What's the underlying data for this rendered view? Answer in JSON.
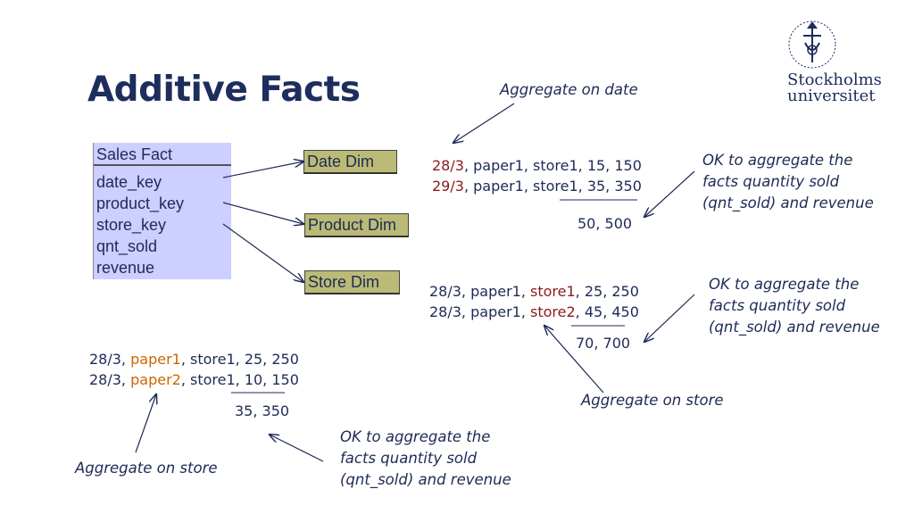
{
  "title": "Additive Facts",
  "logo": {
    "name_line1": "Stockholms",
    "name_line2": "universitet"
  },
  "fact_table": {
    "header": "Sales Fact",
    "fields": [
      "date_key",
      "product_key",
      "store_key",
      "qnt_sold",
      "revenue"
    ]
  },
  "dims": {
    "date": "Date Dim",
    "product": "Product Dim",
    "store": "Store Dim"
  },
  "date_example": {
    "label": "Aggregate on date",
    "row1": {
      "date": "28/3",
      "rest": ", paper1, store1, 15,  150"
    },
    "row2": {
      "date": "29/3",
      "rest": ", paper1, store1, 35, 350"
    },
    "total": "50, 500",
    "note": [
      "OK to aggregate the",
      "facts quantity sold",
      "(qnt_sold) and revenue"
    ]
  },
  "store_example": {
    "label": "Aggregate on store",
    "row1": {
      "pre": "28/3, paper1, ",
      "store": "store1",
      "post": ", 25, 250"
    },
    "row2": {
      "pre": "28/3, paper1, ",
      "store": "store2",
      "post": ", 45, 450"
    },
    "total": "70, 700",
    "note": [
      "OK to aggregate the",
      "facts quantity sold",
      "(qnt_sold) and revenue"
    ]
  },
  "product_example": {
    "label": "Aggregate on store",
    "row1": {
      "pre": "28/3, ",
      "product": "paper1",
      "post": ", store1, 25, 250"
    },
    "row2": {
      "pre": "28/3, ",
      "product": "paper2",
      "post": ", store1, 10, 150"
    },
    "total": "35, 350",
    "note": [
      "OK to aggregate the",
      "facts quantity sold",
      "(qnt_sold) and revenue"
    ]
  },
  "colors": {
    "title": "#1d2d5c",
    "fact_bg": "#cccfff",
    "dim_bg": "#bbbb77",
    "red": "#8b1a1a",
    "orange": "#cc6600"
  }
}
